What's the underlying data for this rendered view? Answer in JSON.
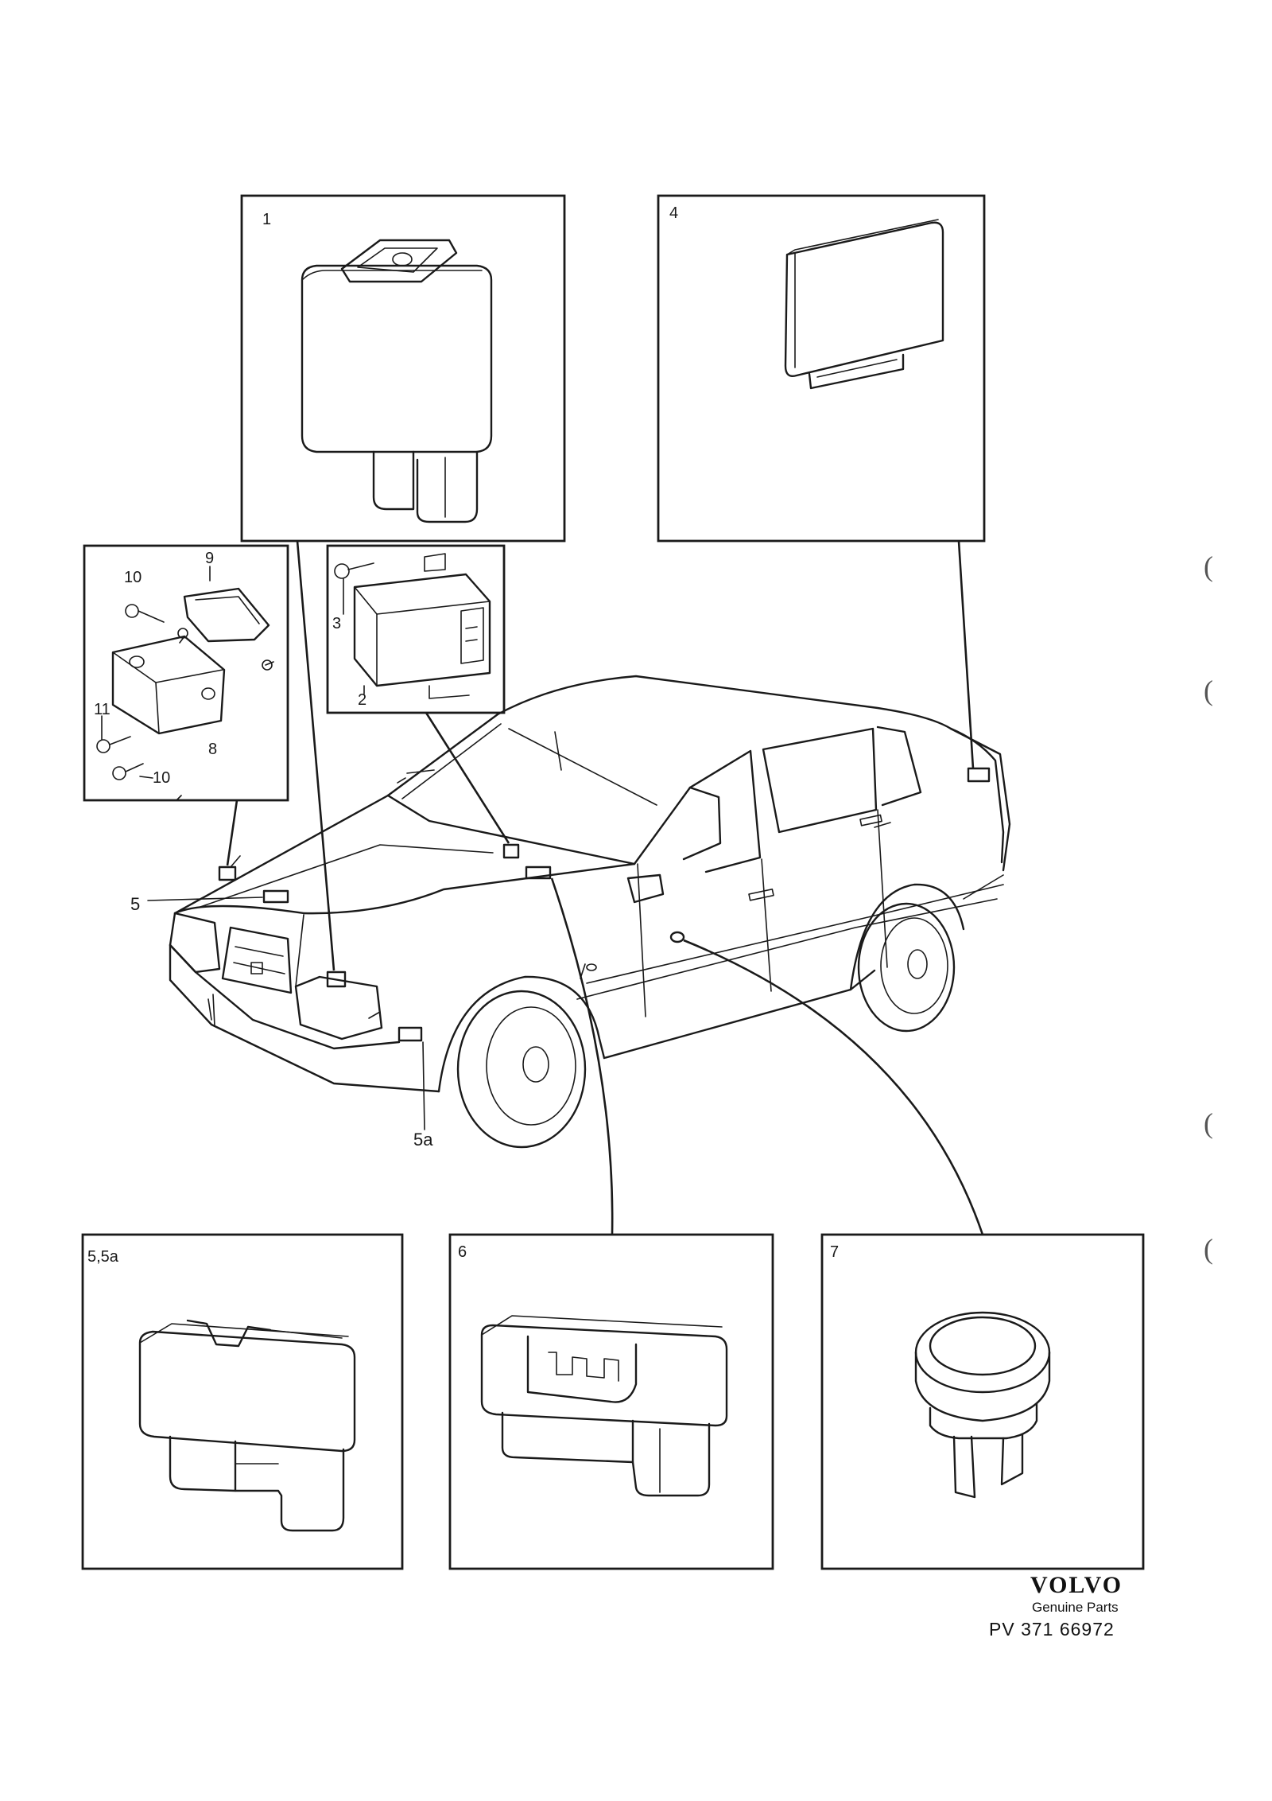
{
  "panels": {
    "p1": {
      "label": "1"
    },
    "p4": {
      "label": "4"
    },
    "p_bracket": {
      "labels": {
        "l9": "9",
        "l10a": "10",
        "l11": "11",
        "l8": "8",
        "l10b": "10"
      }
    },
    "p_module": {
      "labels": {
        "l3": "3",
        "l2": "2"
      }
    },
    "p55a": {
      "label": "5,5a"
    },
    "p6": {
      "label": "6"
    },
    "p7": {
      "label": "7"
    }
  },
  "callouts": {
    "c5": "5",
    "c5a": "5a"
  },
  "footer": {
    "brand": "VOLVO",
    "subtitle": "Genuine Parts",
    "code": "PV 371 66972"
  },
  "margin_marks": [
    "(",
    "(",
    "(",
    "("
  ]
}
